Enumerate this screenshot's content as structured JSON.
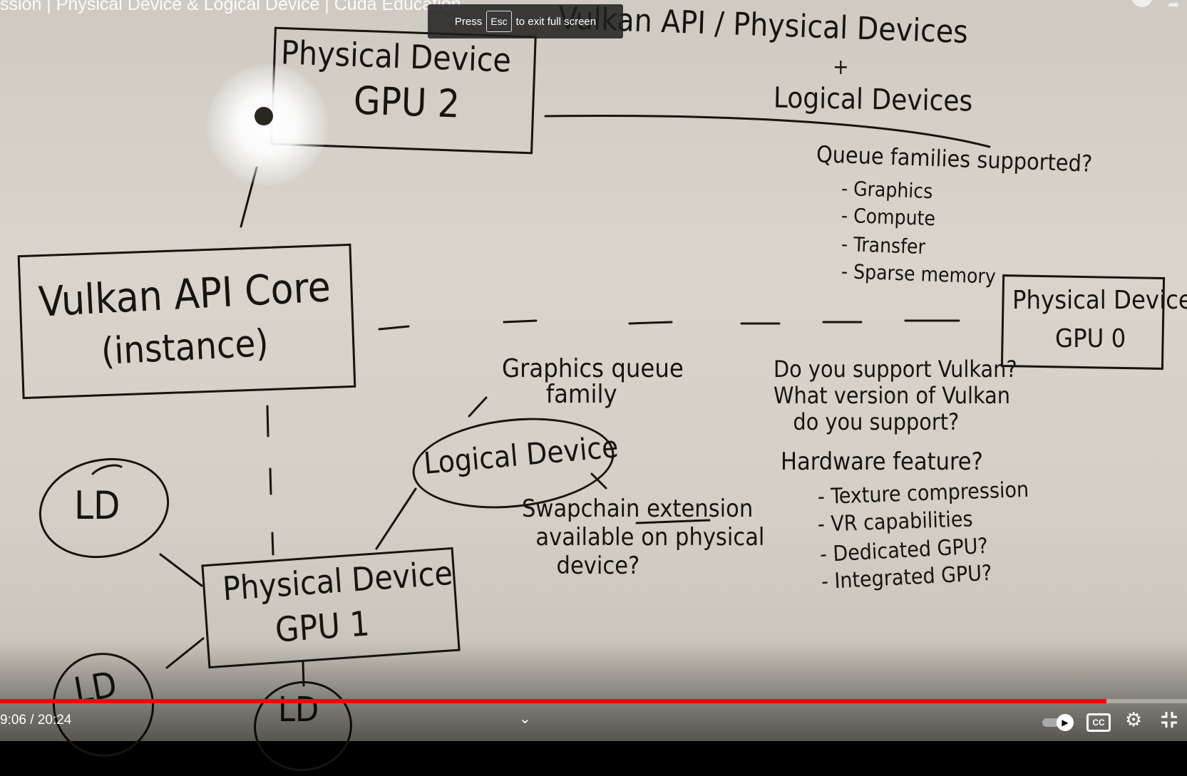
{
  "video": {
    "title": "ssion | Physical Device & Logical Device | Cuda Education",
    "time": "9:06 / 20:24",
    "progress_fraction": 0.932
  },
  "toast": {
    "press": "Press",
    "key": "Esc",
    "rest": "to exit full screen"
  },
  "controls": {
    "chevron_icon": "chevron-down-icon",
    "autoplay_icon": "autoplay-toggle-icon",
    "cc_label": "CC",
    "settings_icon": "gear-icon",
    "exit_fullscreen_icon": "exit-fullscreen-icon"
  },
  "board": {
    "heading1": "Vulkan API / Physical Devices",
    "heading_plus": "+",
    "heading2": "Logical Devices",
    "gpu2_line1": "Physical Device",
    "gpu2_line2": "GPU 2",
    "core_line1": "Vulkan API Core",
    "core_line2": "(instance)",
    "queue_title": "Queue families supported?",
    "queue_items": [
      "- Graphics",
      "- Compute",
      "- Transfer",
      "- Sparse memory"
    ],
    "gpu0_line1": "Physical Device",
    "gpu0_line2": "GPU 0",
    "graphics_queue": "Graphics queue\n      family",
    "logical_device": "Logical Device",
    "swapchain": "Swapchain extension\n  available on physical\n     device?",
    "support_q": "Do you support Vulkan?\nWhat version of Vulkan\n   do you support?",
    "hardware": "Hardware feature?",
    "hardware_items": [
      "- Texture compression",
      "- VR capabilities",
      "- Dedicated GPU?",
      "- Integrated GPU?"
    ],
    "ld_label": "LD",
    "gpu1_line1": "Physical Device",
    "gpu1_line2": "GPU 1"
  }
}
